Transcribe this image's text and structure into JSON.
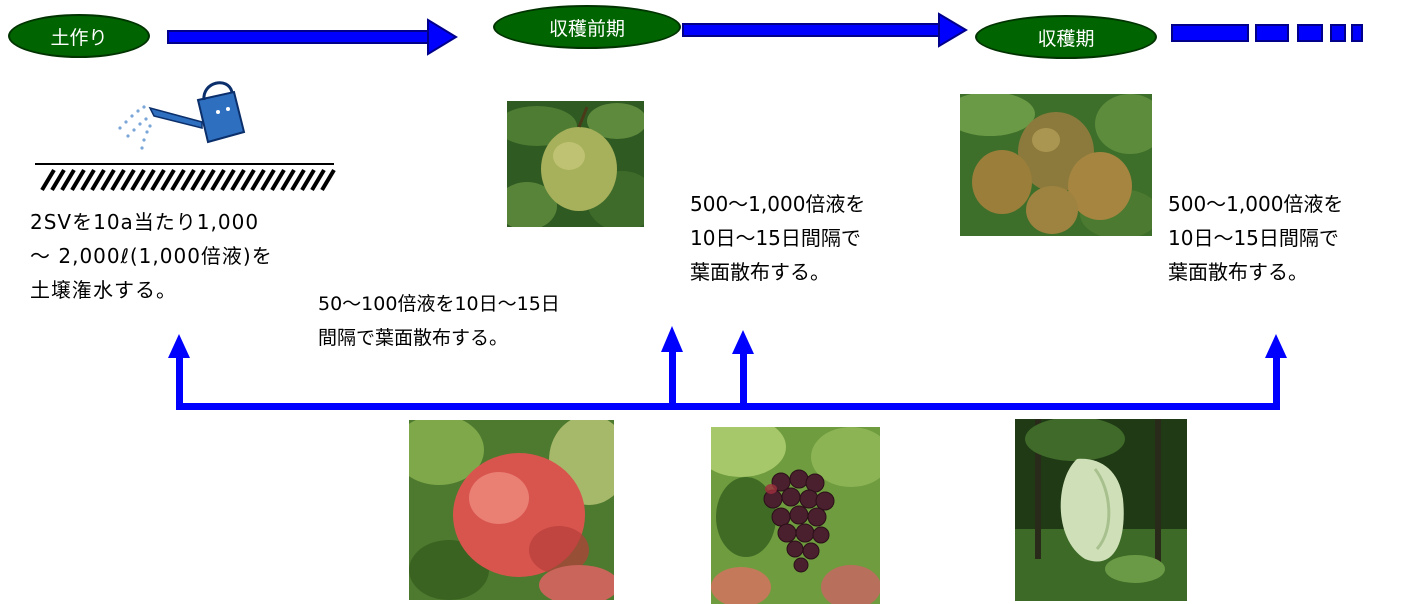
{
  "colors": {
    "stage_fill": "#006400",
    "arrow_blue": "#0000ff",
    "arrow_dark": "#00008b"
  },
  "stages": {
    "soil_prep": "土作り",
    "early_harvest": "収穫前期",
    "harvest": "収穫期"
  },
  "notes": {
    "soil": [
      "2SVを10a当たり1,000",
      "～ 2,000ℓ(1,000倍液)を",
      "土壌潅水する。"
    ],
    "pre_harvest": [
      "50～100倍液を10日～15日",
      "間隔で葉面散布する。"
    ],
    "early_harvest": [
      "500～1,000倍液を",
      "10日～15日間隔で",
      "葉面散布する。"
    ],
    "harvest": [
      "500～1,000倍液を",
      "10日～15日間隔で",
      "葉面散布する。"
    ]
  },
  "icons": {
    "watering_can": "watering-can-icon"
  }
}
